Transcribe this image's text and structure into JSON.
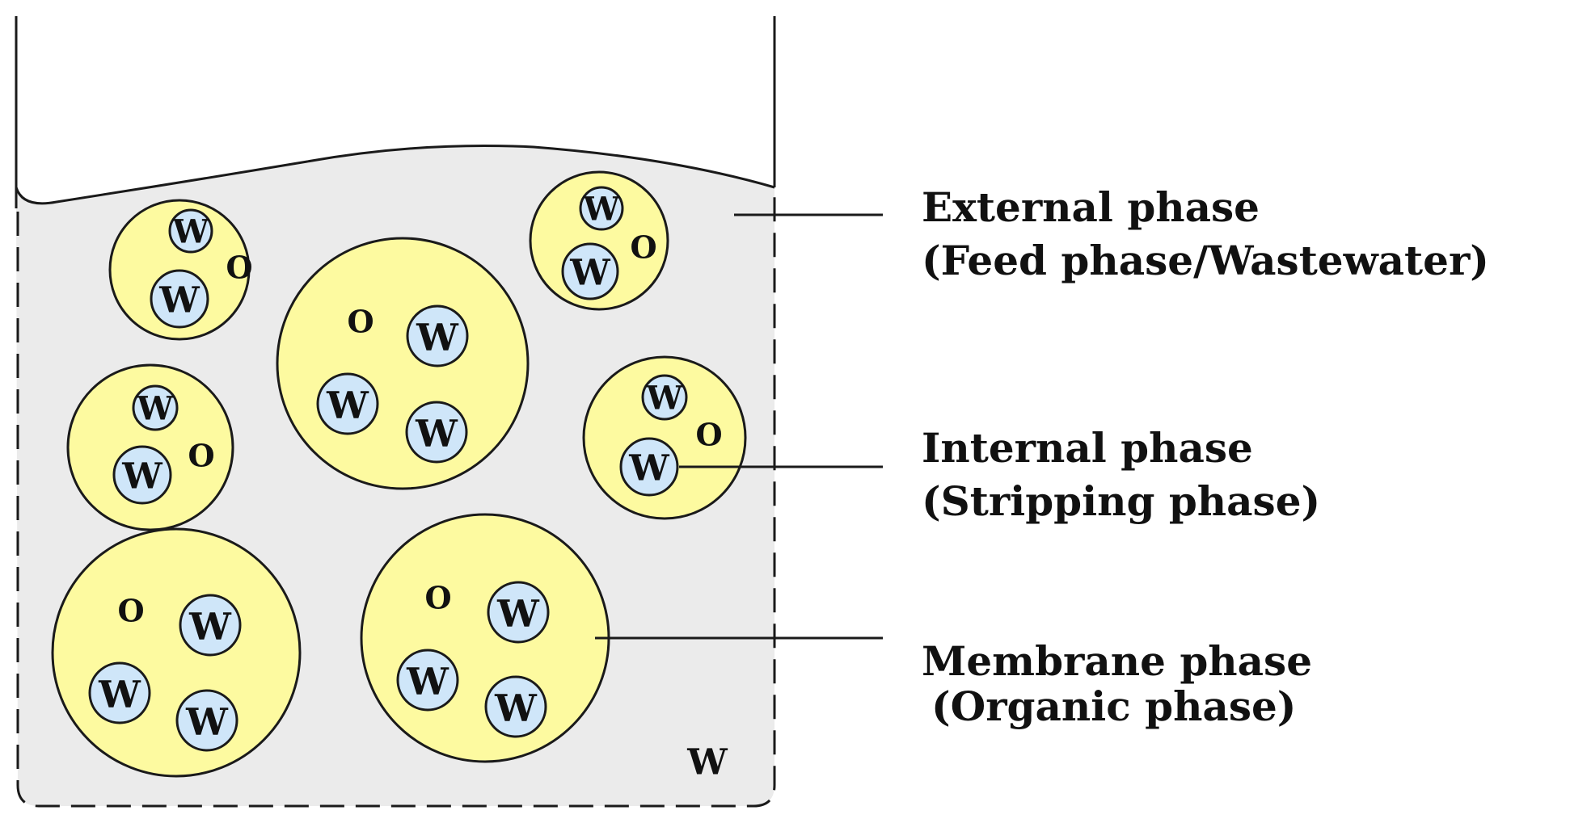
{
  "colors": {
    "external_fill": "#ebebeb",
    "membrane_fill": "#fdfaa0",
    "internal_fill": "#cfe6f9",
    "outline": "#1a1a1a"
  },
  "droplet_glyphs": {
    "water": "W",
    "organic": "O"
  },
  "vessel_glyph": "W",
  "labels": {
    "external": {
      "line1": "External phase",
      "line2": "(Feed phase/Wastewater)"
    },
    "internal": {
      "line1": "Internal phase",
      "line2": "(Stripping phase)"
    },
    "membrane": {
      "line1": "Membrane phase",
      "line2": "(Organic phase)"
    }
  }
}
